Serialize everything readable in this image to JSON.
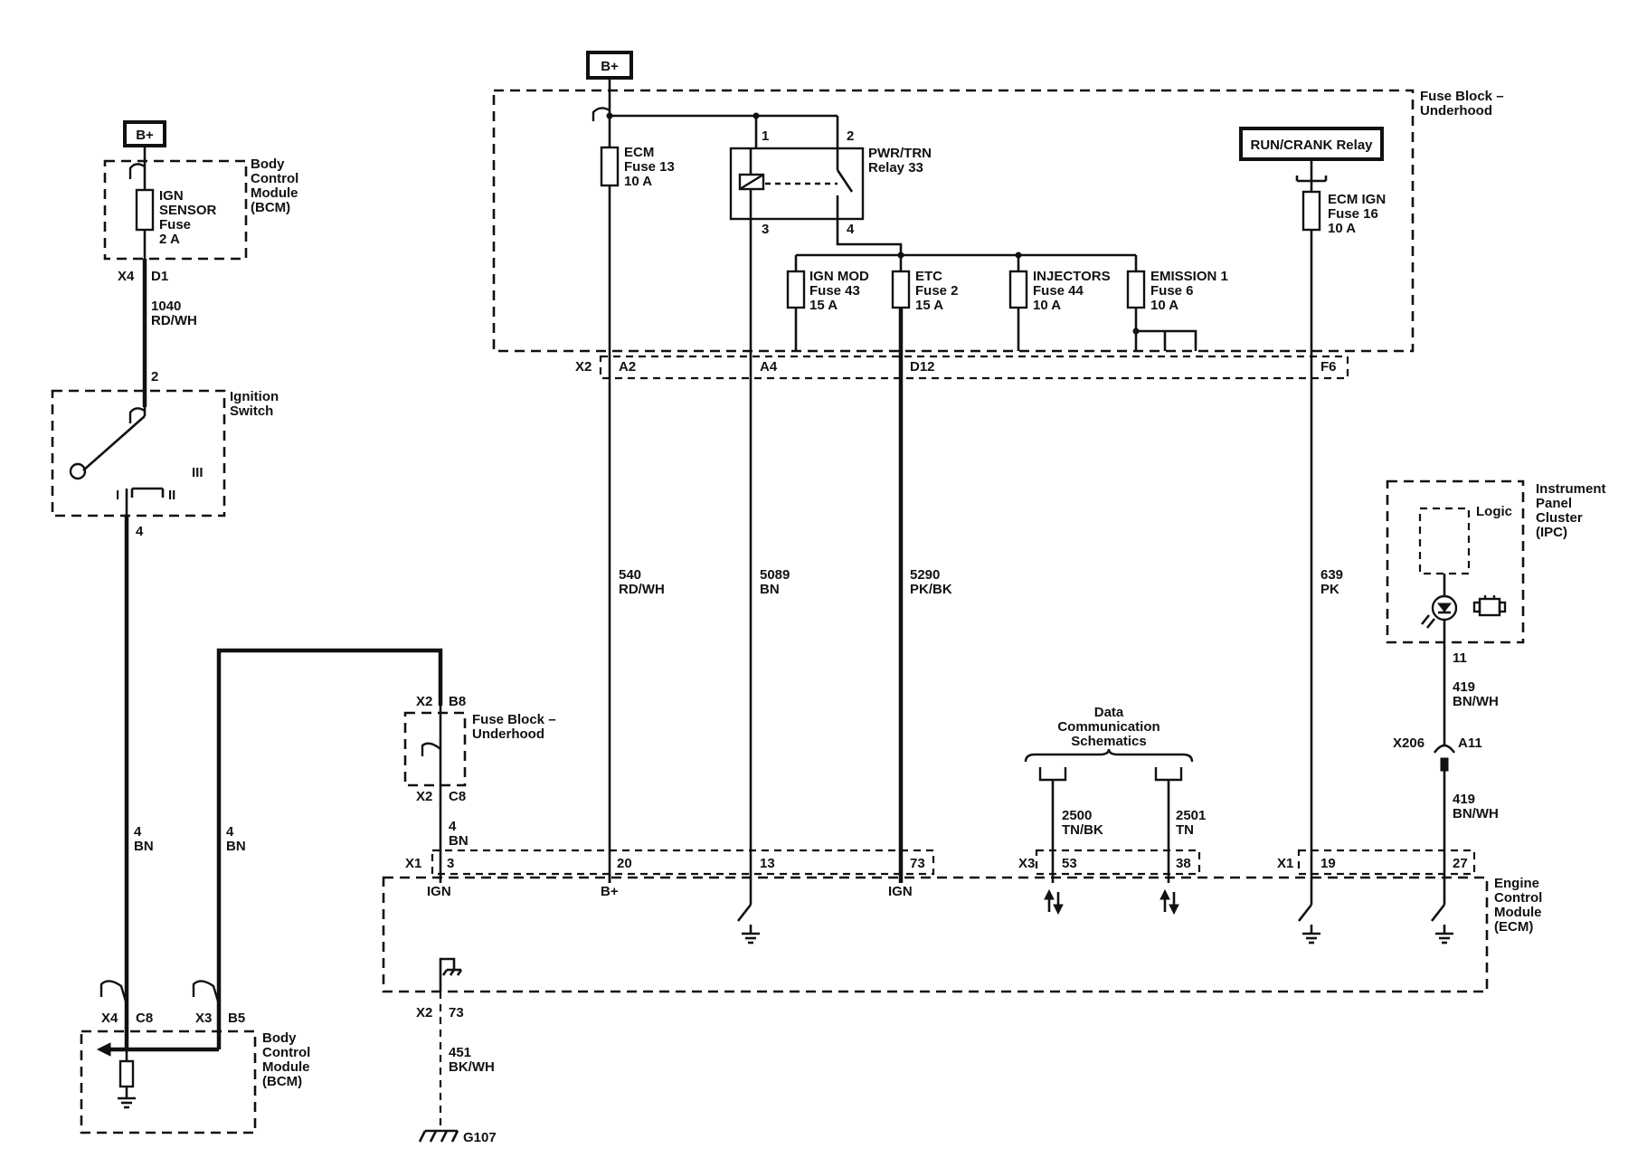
{
  "bplus": "B+",
  "bcm_top": {
    "name": [
      "Body",
      "Control",
      "Module",
      "(BCM)"
    ],
    "fuse": [
      "IGN",
      "SENSOR",
      "Fuse",
      "2 A"
    ],
    "conn": "X4",
    "pin": "D1"
  },
  "wire_1040": [
    "1040",
    "RD/WH"
  ],
  "ign_switch": {
    "name": [
      "Ignition",
      "Switch"
    ],
    "pin_in": "2",
    "pin_out": "4",
    "pos_iii": "III",
    "pos_i": "I",
    "pos_ii": "II"
  },
  "wire_4bn_left": [
    "4",
    "BN"
  ],
  "wire_4bn_mid": [
    "4",
    "BN"
  ],
  "bcm_bottom": {
    "name": [
      "Body",
      "Control",
      "Module",
      "(BCM)"
    ],
    "conn1": "X4",
    "pin1": "C8",
    "conn2": "X3",
    "pin2": "B5"
  },
  "fuse_block_small": {
    "name": [
      "Fuse Block –",
      "Underhood"
    ],
    "conn_top": "X2",
    "pin_top": "B8",
    "conn_bot": "X2",
    "pin_bot": "C8"
  },
  "wire_4bn_ecm": [
    "4",
    "BN"
  ],
  "fuse_block_main": {
    "name": [
      "Fuse Block –",
      "Underhood"
    ],
    "ecm_fuse": [
      "ECM",
      "Fuse 13",
      "10 A"
    ],
    "relay": [
      "PWR/TRN",
      "Relay 33"
    ],
    "relay_pins": [
      "1",
      "2",
      "3",
      "4"
    ],
    "fuses": [
      [
        "IGN MOD",
        "Fuse 43",
        "15 A"
      ],
      [
        "ETC",
        "Fuse 2",
        "15 A"
      ],
      [
        "INJECTORS",
        "Fuse 44",
        "10 A"
      ],
      [
        "EMISSION 1",
        "Fuse 6",
        "10 A"
      ]
    ],
    "run_crank": "RUN/CRANK Relay",
    "ecm_ign_fuse": [
      "ECM IGN",
      "Fuse 16",
      "10 A"
    ],
    "conn": "X2",
    "pins": [
      "A2",
      "A4",
      "D12",
      "F6"
    ]
  },
  "wires_main": [
    [
      "540",
      "RD/WH"
    ],
    [
      "5089",
      "BN"
    ],
    [
      "5290",
      "PK/BK"
    ],
    [
      "639",
      "PK"
    ]
  ],
  "data_comm": {
    "title": [
      "Data",
      "Communication",
      "Schematics"
    ],
    "wires": [
      [
        "2500",
        "TN/BK"
      ],
      [
        "2501",
        "TN"
      ]
    ]
  },
  "ipc": {
    "name": [
      "Instrument",
      "Panel",
      "Cluster",
      "(IPC)"
    ],
    "logic": "Logic",
    "pin": "11"
  },
  "wire_419_top": [
    "419",
    "BN/WH"
  ],
  "inline_conn": {
    "name": "X206",
    "pin": "A11"
  },
  "wire_419_bot": [
    "419",
    "BN/WH"
  ],
  "ecm": {
    "name": [
      "Engine",
      "Control",
      "Module",
      "(ECM)"
    ],
    "conn_x1": "X1",
    "conn_x3": "X3",
    "conn_x1b": "X1",
    "pins": [
      "3",
      "20",
      "13",
      "73",
      "53",
      "38",
      "19",
      "27"
    ],
    "labels": [
      "IGN",
      "B+",
      "IGN"
    ],
    "gnd_conn": "X2",
    "gnd_pin": "73"
  },
  "wire_451": [
    "451",
    "BK/WH"
  ],
  "ground": "G107"
}
